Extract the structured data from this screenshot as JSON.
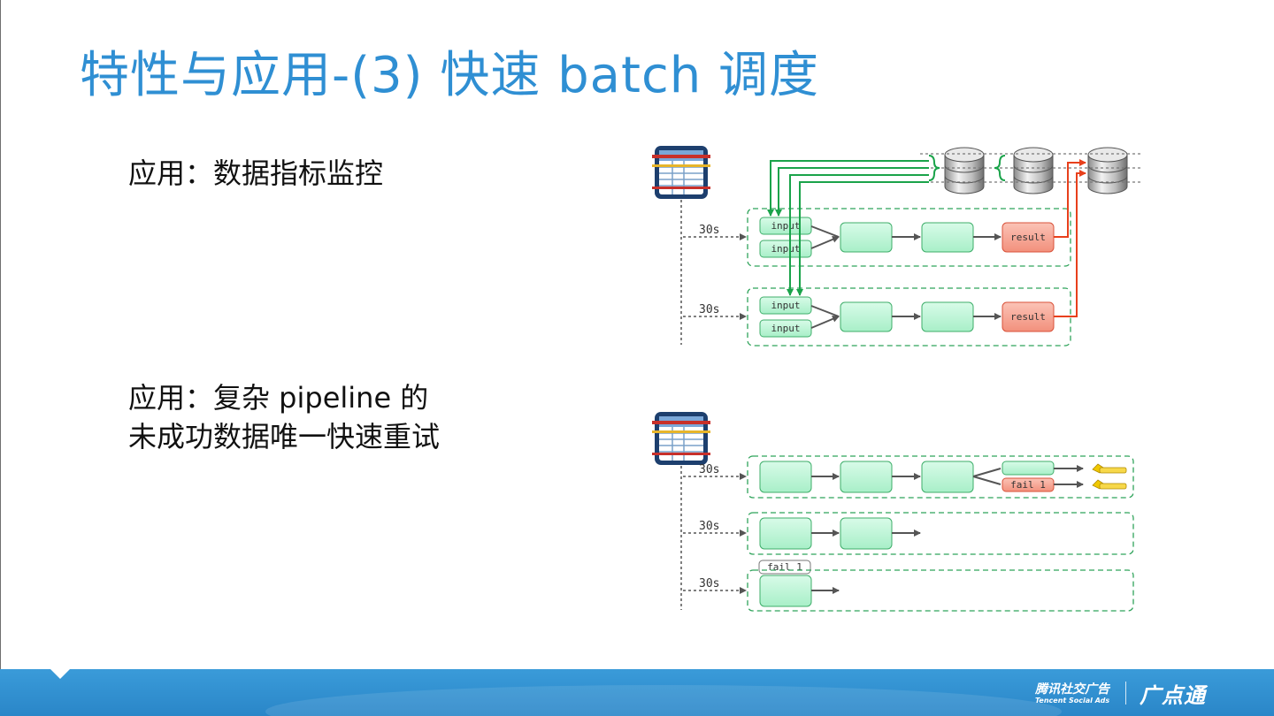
{
  "slide": {
    "title": "特性与应用-(3) 快速 batch 调度",
    "block1": {
      "line1": "应用：数据指标监控"
    },
    "block2": {
      "line1": "应用：复杂 pipeline 的",
      "line2": "未成功数据唯一快速重试"
    }
  },
  "diagram1": {
    "interval_label": "30s",
    "input_label": "input",
    "result_label": "result"
  },
  "diagram2": {
    "interval_label": "30s",
    "fail_label": "fail 1"
  },
  "footer": {
    "brand_cn": "腾讯社交广告",
    "brand_en": "Tencent Social Ads",
    "brand_logo": "广点通"
  },
  "colors": {
    "title": "#2f8fd3",
    "green_box": "#bff5d9",
    "green_stroke": "#3fae6a",
    "green_line": "#1aa34a",
    "red_box": "#f7a696",
    "red_stroke": "#d9523a",
    "red_line": "#e8401c",
    "footer": "#3a9bd9"
  }
}
